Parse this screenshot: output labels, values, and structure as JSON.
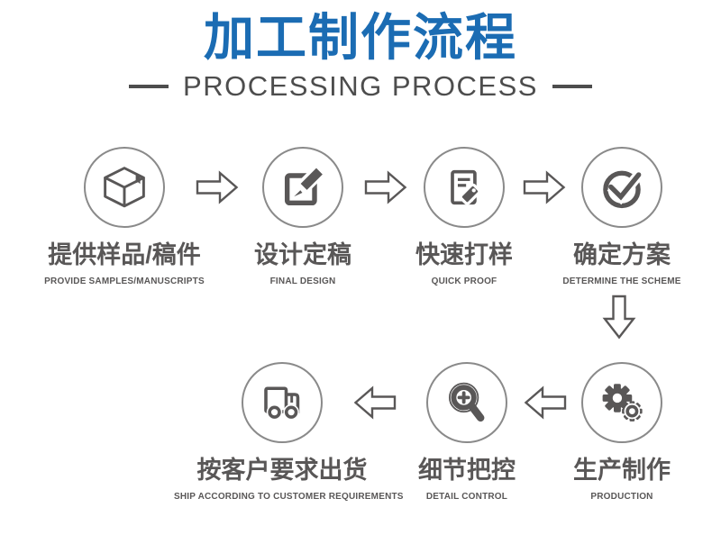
{
  "header": {
    "title": "加工制作流程",
    "subtitle": "PROCESSING PROCESS"
  },
  "steps": [
    {
      "title": "提供样品/稿件",
      "subtitle": "PROVIDE SAMPLES/MANUSCRIPTS",
      "icon": "package-box-icon"
    },
    {
      "title": "设计定稿",
      "subtitle": "FINAL DESIGN",
      "icon": "design-pencil-icon"
    },
    {
      "title": "快速打样",
      "subtitle": "QUICK PROOF",
      "icon": "proof-document-tag-icon"
    },
    {
      "title": "确定方案",
      "subtitle": "DETERMINE THE SCHEME",
      "icon": "check-circle-icon"
    },
    {
      "title": "生产制作",
      "subtitle": "PRODUCTION",
      "icon": "gears-icon"
    },
    {
      "title": "细节把控",
      "subtitle": "DETAIL CONTROL",
      "icon": "magnifier-plus-icon"
    },
    {
      "title": "按客户要求出货",
      "subtitle": "SHIP ACCORDING TO CUSTOMER REQUIREMENTS",
      "icon": "delivery-truck-icon"
    }
  ],
  "flow": {
    "row1_direction": "left-to-right",
    "row2_direction": "right-to-left",
    "connector_arrows": [
      "right",
      "right",
      "right",
      "down",
      "left",
      "left"
    ]
  },
  "colors": {
    "title_blue": "#1b6cb3",
    "subtitle_gray": "#4d4d4d",
    "icon_gray": "#595757",
    "circle_border_gray": "#8a8a8a",
    "background": "#ffffff"
  }
}
